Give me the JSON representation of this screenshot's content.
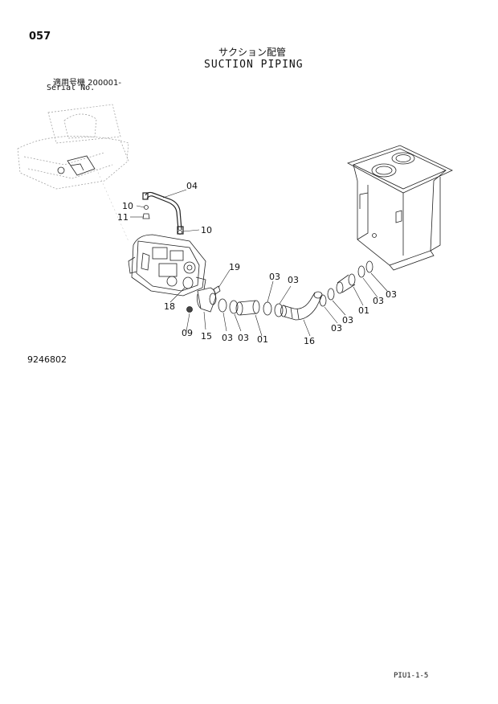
{
  "header": {
    "page_number": "057",
    "title_jp": "サクション配管",
    "title_en": "SUCTION PIPING",
    "serial_label_jp": "適用号機 200001-",
    "serial_label_en": "Serial No."
  },
  "diagram": {
    "callouts": [
      "04",
      "10",
      "11",
      "10",
      "19",
      "18",
      "09",
      "15",
      "03",
      "03",
      "01",
      "16",
      "03",
      "03",
      "03",
      "03",
      "01",
      "03",
      "03"
    ]
  },
  "footer": {
    "drawing_number": "9246802",
    "page_code": "PIU1-1-5"
  }
}
